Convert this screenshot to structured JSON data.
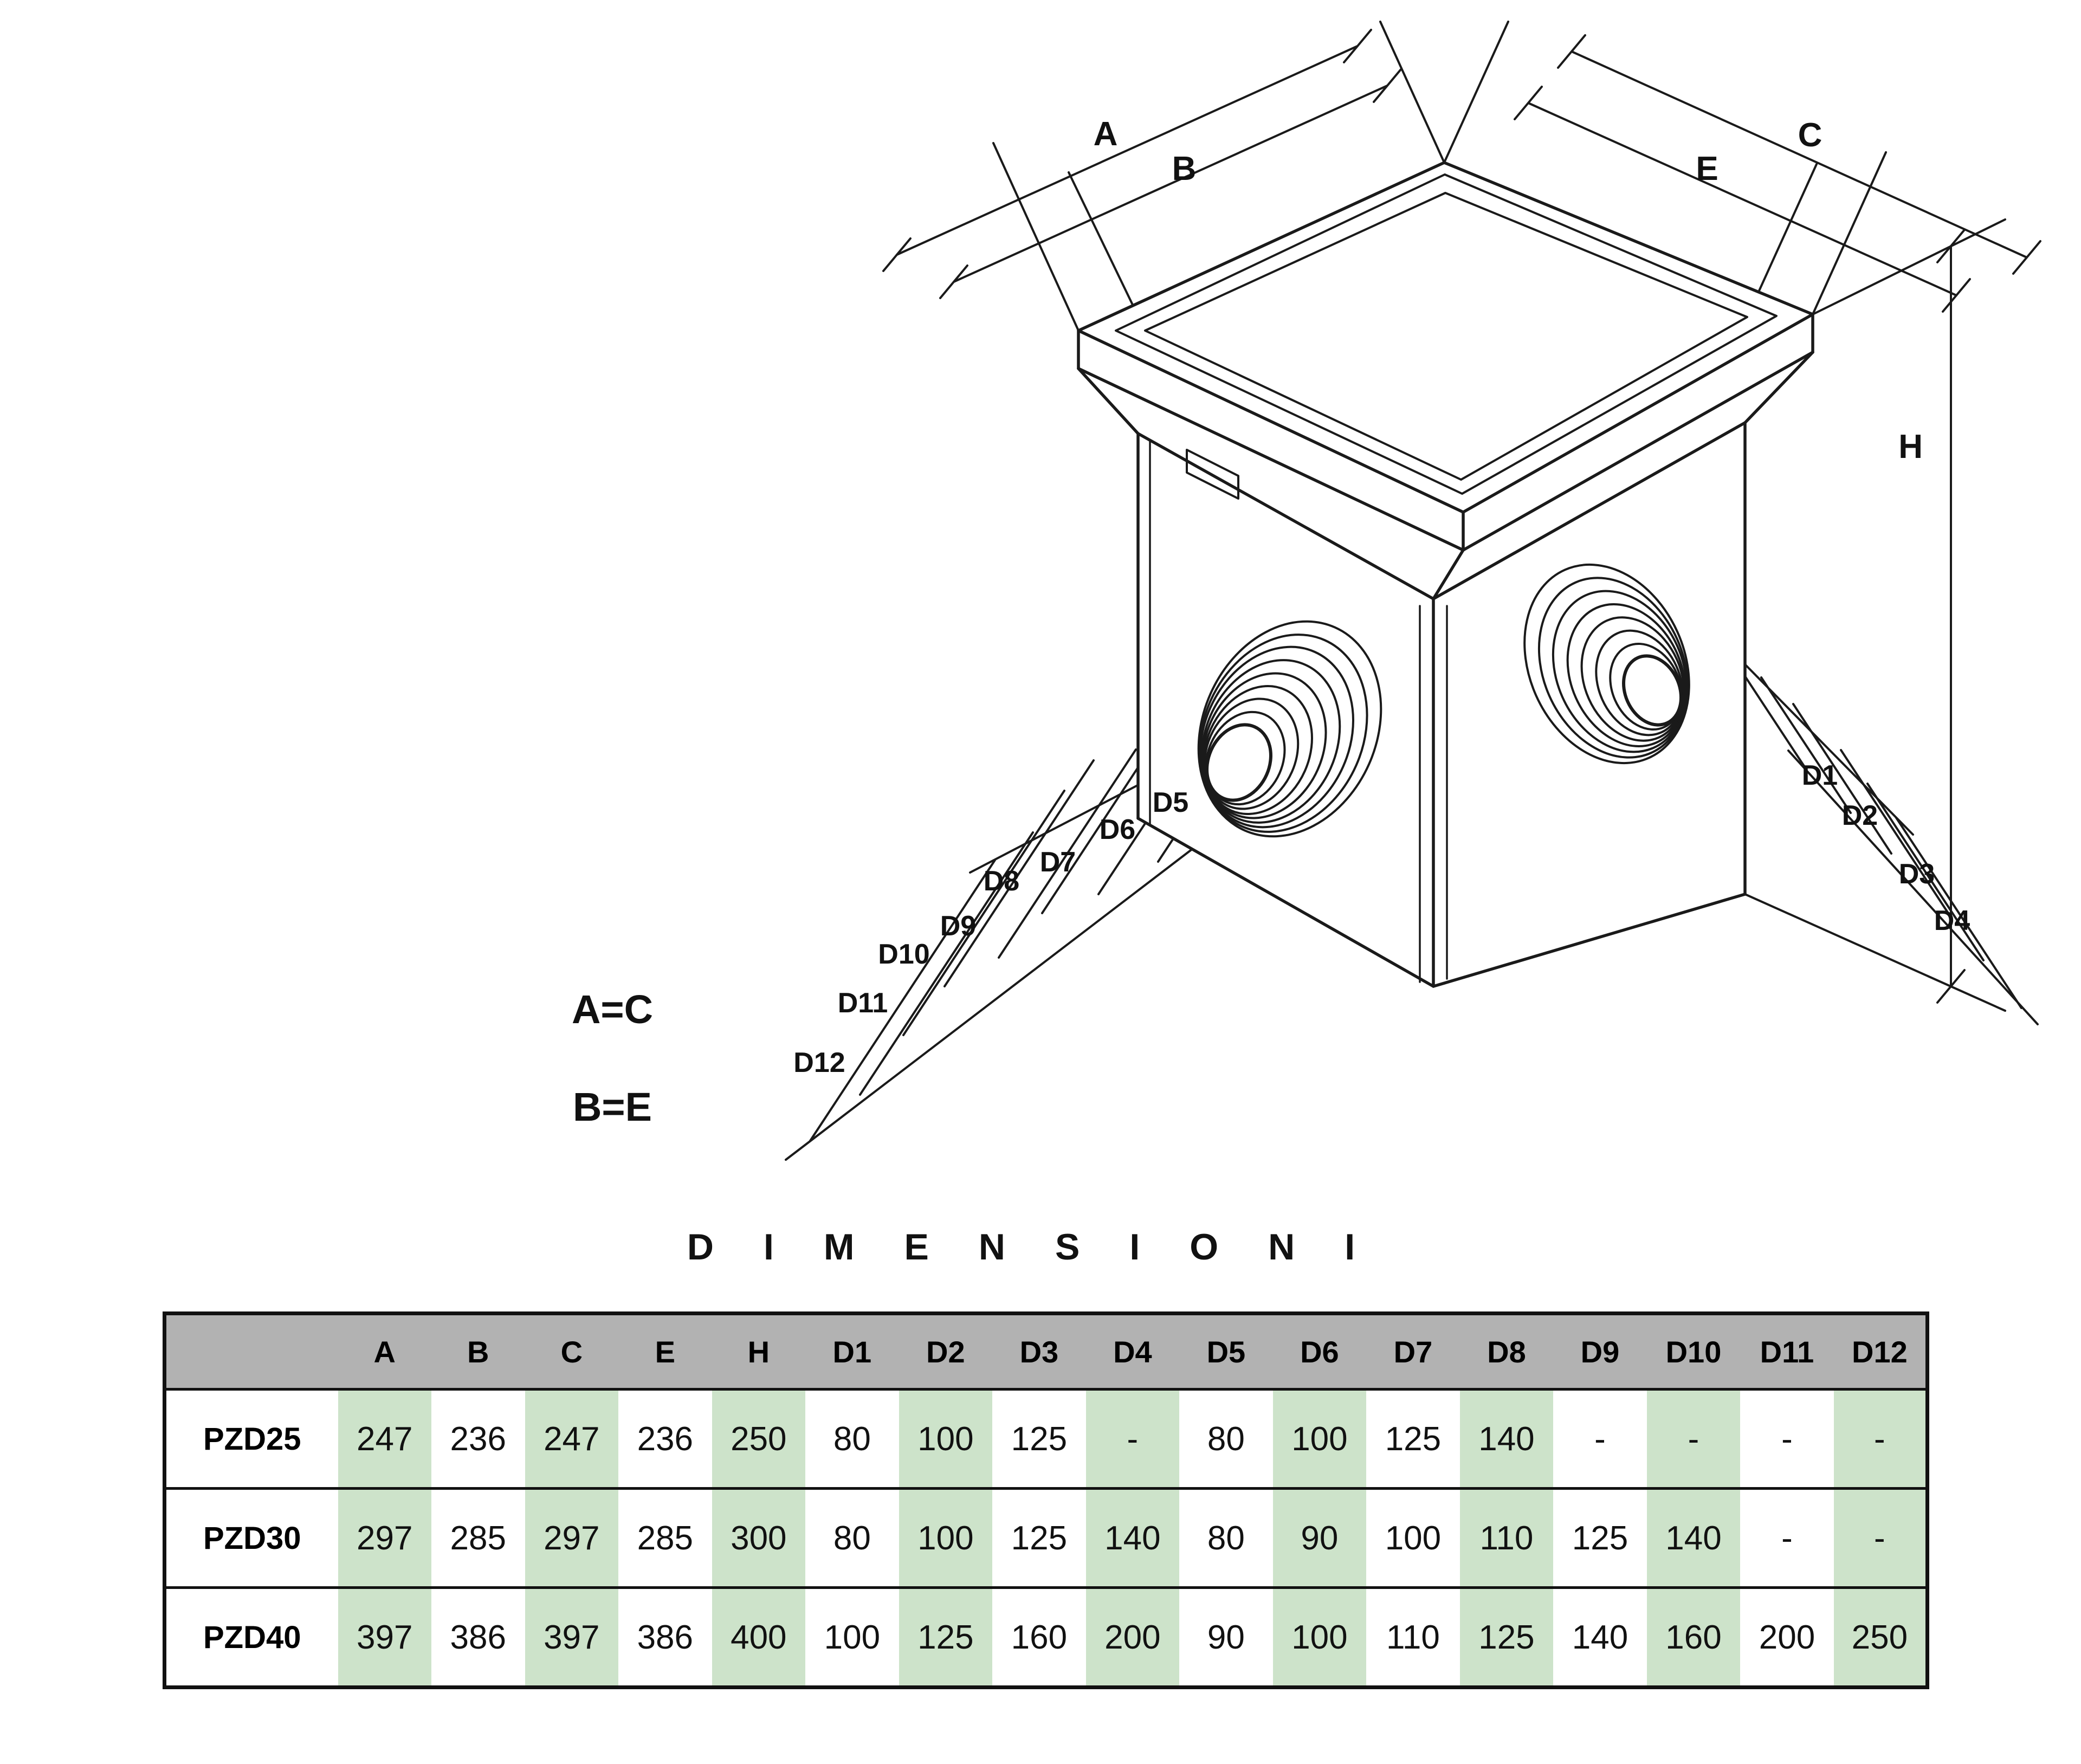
{
  "diagram": {
    "dim_labels": {
      "A": "A",
      "B": "B",
      "C": "C",
      "E": "E",
      "H": "H",
      "D1": "D1",
      "D2": "D2",
      "D3": "D3",
      "D4": "D4",
      "D5": "D5",
      "D6": "D6",
      "D7": "D7",
      "D8": "D8",
      "D9": "D9",
      "D10": "D10",
      "D11": "D11",
      "D12": "D12"
    },
    "notes": {
      "ac": "A=C",
      "be": "B=E"
    }
  },
  "table": {
    "title": "DIMENSIONI",
    "columns": [
      "",
      "A",
      "B",
      "C",
      "E",
      "H",
      "D1",
      "D2",
      "D3",
      "D4",
      "D5",
      "D6",
      "D7",
      "D8",
      "D9",
      "D10",
      "D11",
      "D12"
    ],
    "rows": [
      {
        "model": "PZD25",
        "values": [
          "247",
          "236",
          "247",
          "236",
          "250",
          "80",
          "100",
          "125",
          "-",
          "80",
          "100",
          "125",
          "140",
          "-",
          "-",
          "-",
          "-"
        ]
      },
      {
        "model": "PZD30",
        "values": [
          "297",
          "285",
          "297",
          "285",
          "300",
          "80",
          "100",
          "125",
          "140",
          "80",
          "90",
          "100",
          "110",
          "125",
          "140",
          "-",
          "-"
        ]
      },
      {
        "model": "PZD40",
        "values": [
          "397",
          "386",
          "397",
          "386",
          "400",
          "100",
          "125",
          "160",
          "200",
          "90",
          "100",
          "110",
          "125",
          "140",
          "160",
          "200",
          "250"
        ]
      }
    ],
    "colors": {
      "header_bg": "#b2b2b2",
      "stripe_green": "#cde3ca",
      "border": "#111111"
    }
  }
}
